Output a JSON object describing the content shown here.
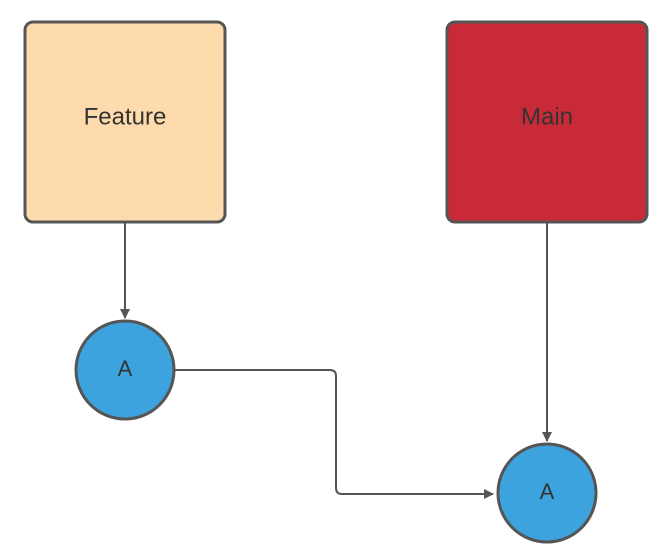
{
  "diagram": {
    "nodes": {
      "feature": {
        "label": "Feature",
        "shape": "rounded-rectangle",
        "fill": "#fedbac",
        "stroke": "#555555"
      },
      "main": {
        "label": "Main",
        "shape": "rounded-rectangle",
        "fill": "#c92a38",
        "stroke": "#555555"
      },
      "commit_feature": {
        "label": "A",
        "shape": "circle",
        "fill": "#3da3df",
        "stroke": "#555555"
      },
      "commit_main": {
        "label": "A",
        "shape": "circle",
        "fill": "#3da3df",
        "stroke": "#555555"
      }
    },
    "edges": [
      {
        "from": "feature",
        "to": "commit_feature"
      },
      {
        "from": "main",
        "to": "commit_main"
      },
      {
        "from": "commit_feature",
        "to": "commit_main"
      }
    ],
    "edge_color": "#555555"
  }
}
